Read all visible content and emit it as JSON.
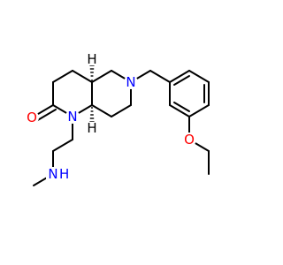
{
  "molecule": {
    "atoms": {
      "carbonyl_oxygen": "O",
      "ring_nitrogen_1": "N",
      "ring_nitrogen_6": "N",
      "amine_nitrogen": "N",
      "amine_hydrogen": "H",
      "ether_oxygen": "O",
      "stereo_h_4a": "H",
      "stereo_h_8a": "H"
    },
    "colors": {
      "oxygen": "#ff0000",
      "nitrogen": "#0000ff",
      "bond": "#000000",
      "hydrogen": "#000000"
    }
  }
}
